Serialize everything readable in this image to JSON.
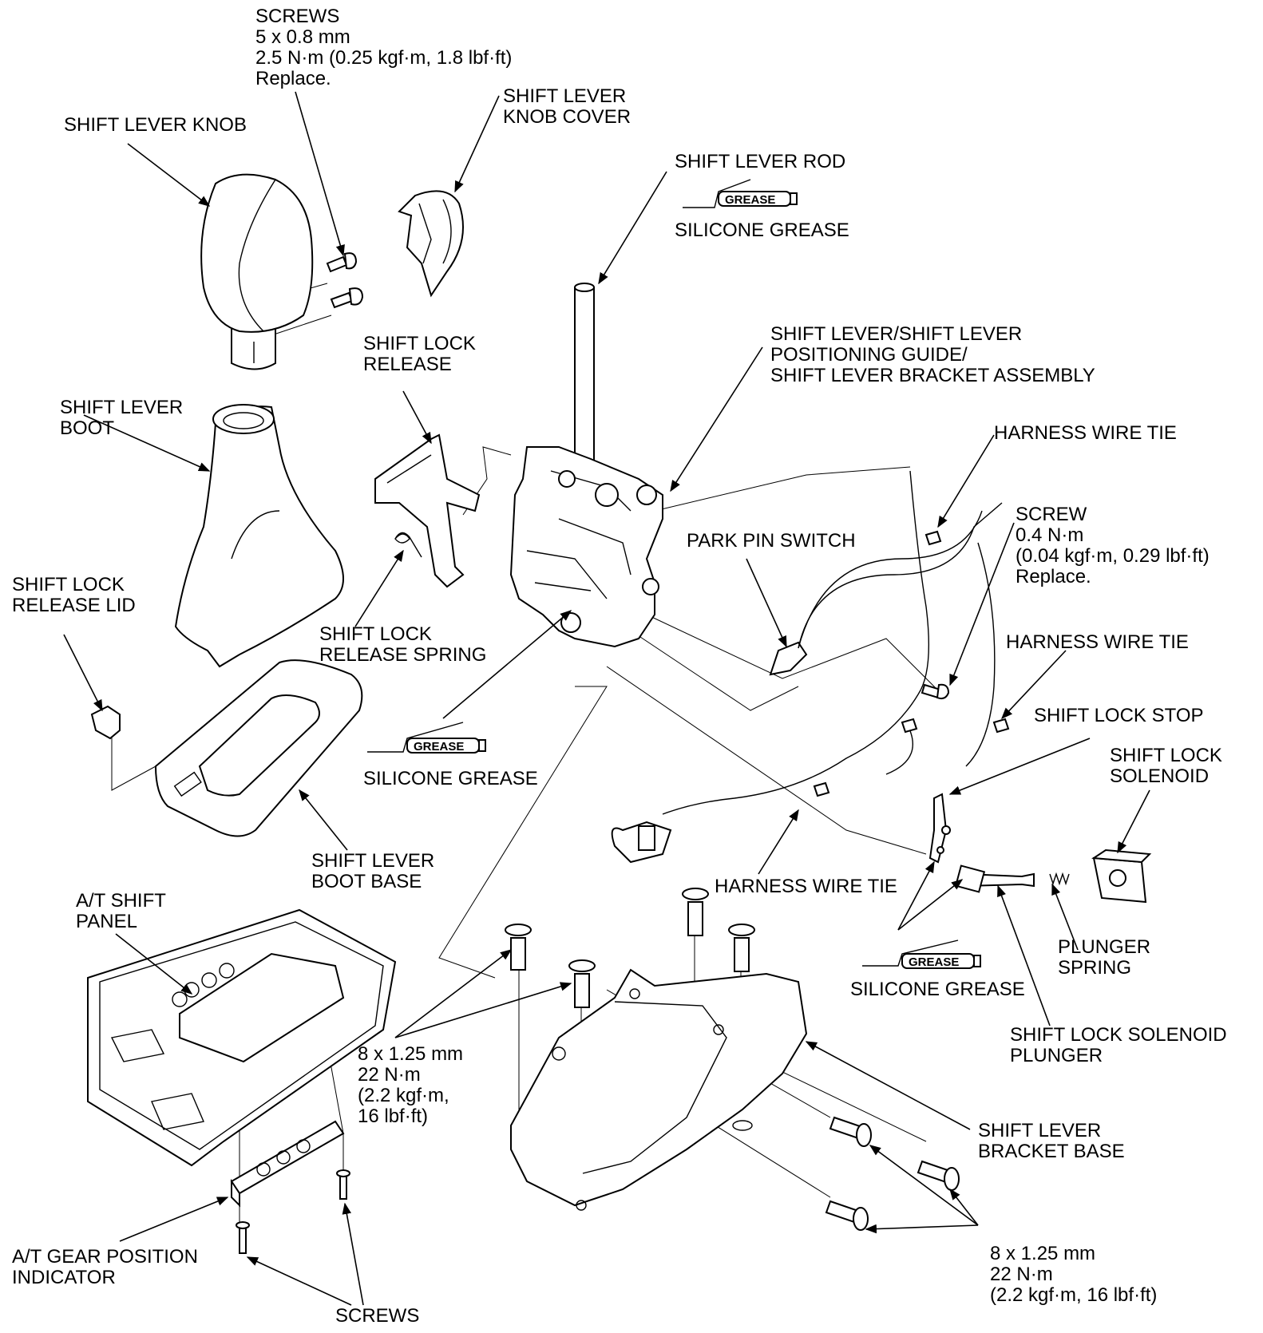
{
  "labels": {
    "screws_top": [
      "SCREWS",
      "5 x 0.8 mm",
      "2.5 N·m (0.25 kgf·m, 1.8 lbf·ft)",
      "Replace."
    ],
    "shift_lever_knob": [
      "SHIFT LEVER KNOB"
    ],
    "shift_lever_knob_cover": [
      "SHIFT LEVER",
      "KNOB COVER"
    ],
    "shift_lever_rod": [
      "SHIFT LEVER ROD"
    ],
    "silicone_grease_1": [
      "SILICONE GREASE"
    ],
    "shift_lock_release": [
      "SHIFT LOCK",
      "RELEASE"
    ],
    "shift_lever_assembly": [
      "SHIFT LEVER/SHIFT LEVER",
      "POSITIONING GUIDE/",
      "SHIFT LEVER BRACKET ASSEMBLY"
    ],
    "shift_lever_boot": [
      "SHIFT LEVER",
      "BOOT"
    ],
    "harness_wire_tie_1": [
      "HARNESS WIRE TIE"
    ],
    "screw_small": [
      "SCREW",
      "0.4 N·m",
      "(0.04 kgf·m, 0.29 lbf·ft)",
      "Replace."
    ],
    "park_pin_switch": [
      "PARK PIN SWITCH"
    ],
    "shift_lock_release_lid": [
      "SHIFT LOCK",
      "RELEASE LID"
    ],
    "shift_lock_release_spring": [
      "SHIFT LOCK",
      "RELEASE SPRING"
    ],
    "harness_wire_tie_2": [
      "HARNESS WIRE TIE"
    ],
    "shift_lock_stop": [
      "SHIFT LOCK STOP"
    ],
    "shift_lock_solenoid": [
      "SHIFT LOCK",
      "SOLENOID"
    ],
    "silicone_grease_2": [
      "SILICONE GREASE"
    ],
    "shift_lever_boot_base": [
      "SHIFT LEVER",
      "BOOT BASE"
    ],
    "harness_wire_tie_3": [
      "HARNESS WIRE TIE"
    ],
    "at_shift_panel": [
      "A/T SHIFT",
      "PANEL"
    ],
    "plunger_spring": [
      "PLUNGER",
      "SPRING"
    ],
    "silicone_grease_3": [
      "SILICONE GREASE"
    ],
    "shift_lock_solenoid_plunger": [
      "SHIFT LOCK SOLENOID",
      "PLUNGER"
    ],
    "bolts_left": [
      "8 x 1.25 mm",
      "22 N·m",
      "(2.2 kgf·m,",
      "16 lbf·ft)"
    ],
    "shift_lever_bracket_base": [
      "SHIFT LEVER",
      "BRACKET BASE"
    ],
    "at_gear_position_indicator": [
      "A/T GEAR POSITION",
      "INDICATOR"
    ],
    "bolts_right": [
      "8 x 1.25 mm",
      "22 N·m",
      "(2.2 kgf·m, 16 lbf·ft)"
    ],
    "screws_bottom": [
      "SCREWS"
    ]
  },
  "grease_tube_text": "GREASE"
}
